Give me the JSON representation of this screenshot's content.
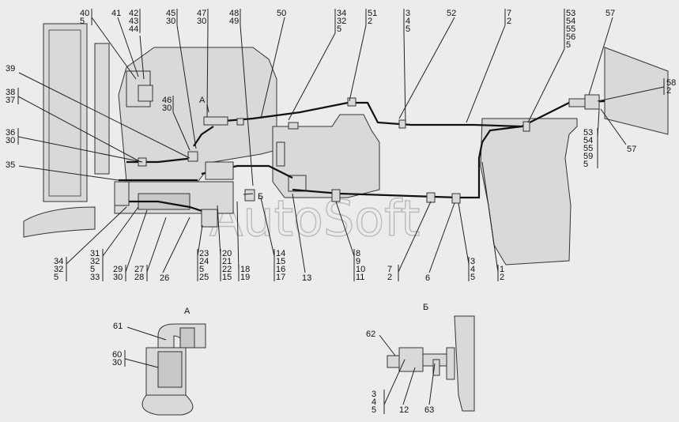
{
  "watermark": "AutoSoft",
  "view_labels": {
    "view_a_marker": "А",
    "view_b_marker": "Б",
    "view_a_title": "А",
    "view_b_title": "Б"
  },
  "callouts": {
    "c40_5": [
      "40",
      "5"
    ],
    "c41": [
      "41"
    ],
    "c42_43_44": [
      "42",
      "43",
      "44"
    ],
    "c45_30": [
      "45",
      "30"
    ],
    "c47_30": [
      "47",
      "30"
    ],
    "c48_49": [
      "48",
      "49"
    ],
    "c50": [
      "50"
    ],
    "c34_32_5": [
      "34",
      "32",
      "5"
    ],
    "c51_2": [
      "51",
      "2"
    ],
    "c3_4_5_top": [
      "3",
      "4",
      "5"
    ],
    "c52": [
      "52"
    ],
    "c7_2_top": [
      "7",
      "2"
    ],
    "c53_54_55_56_5": [
      "53",
      "54",
      "55",
      "56",
      "5"
    ],
    "c57_top": [
      "57"
    ],
    "c58_2": [
      "58",
      "2"
    ],
    "c39": [
      "39"
    ],
    "c38_37": [
      "38",
      "37"
    ],
    "c46_30": [
      "46",
      "30"
    ],
    "c36_30": [
      "36",
      "30"
    ],
    "c35": [
      "35"
    ],
    "c53_54_55_59_5": [
      "53",
      "54",
      "55",
      "59",
      "5"
    ],
    "c57_right": [
      "57"
    ],
    "c34_32_5_bottom": [
      "34",
      "32",
      "5"
    ],
    "c31_32_5_33": [
      "31",
      "32",
      "5",
      "33"
    ],
    "c29_30": [
      "29",
      "30"
    ],
    "c27_28": [
      "27",
      "28"
    ],
    "c26": [
      "26"
    ],
    "c23_24_5_25": [
      "23",
      "24",
      "5",
      "25"
    ],
    "c20_21_22_15": [
      "20",
      "21",
      "22",
      "15"
    ],
    "c18_19": [
      "18",
      "19"
    ],
    "c14_15_16_17": [
      "14",
      "15",
      "16",
      "17"
    ],
    "c13": [
      "13"
    ],
    "c8_9_10_11": [
      "8",
      "9",
      "10",
      "11"
    ],
    "c7_2_bottom": [
      "7",
      "2"
    ],
    "c6": [
      "6"
    ],
    "c3_4_5_bottom": [
      "3",
      "4",
      "5"
    ],
    "c1_2": [
      "1",
      "2"
    ],
    "c61": [
      "61"
    ],
    "c60_30": [
      "60",
      "30"
    ],
    "c62": [
      "62"
    ],
    "c3_4_5_viewb": [
      "3",
      "4",
      "5"
    ],
    "c12": [
      "12"
    ],
    "c63": [
      "63"
    ]
  },
  "colors": {
    "line": "#222222",
    "background": "#ececec",
    "watermark": "#bdbdbd"
  }
}
